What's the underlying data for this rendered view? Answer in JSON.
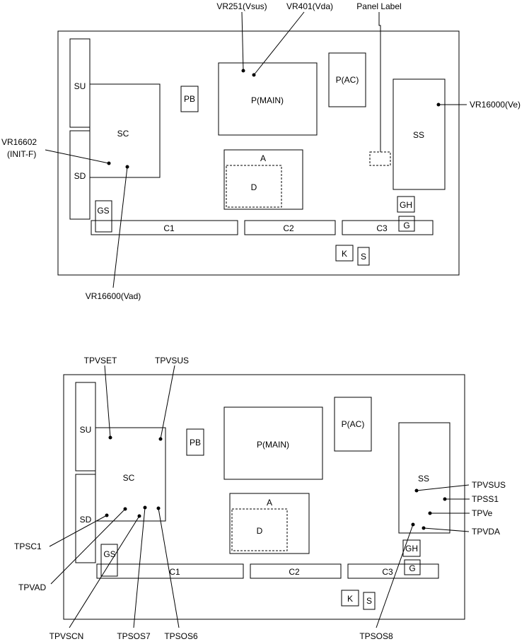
{
  "top": {
    "components": {
      "su": "SU",
      "sd": "SD",
      "sc": "SC",
      "pb": "PB",
      "pmain": "P(MAIN)",
      "pac": "P(AC)",
      "ss": "SS",
      "a": "A",
      "d": "D",
      "gs": "GS",
      "gh": "GH",
      "g": "G",
      "c1": "C1",
      "c2": "C2",
      "c3": "C3",
      "k": "K",
      "s": "S"
    },
    "callouts": {
      "vr251": "VR251(Vsus)",
      "vr401": "VR401(Vda)",
      "panel_label": "Panel Label",
      "vr16000": "VR16000(Ve)",
      "vr16602_line1": "VR16602",
      "vr16602_line2": "(INIT-F)",
      "vr16600": "VR16600(Vad)"
    }
  },
  "bottom": {
    "components": {
      "su": "SU",
      "sd": "SD",
      "sc": "SC",
      "pb": "PB",
      "pmain": "P(MAIN)",
      "pac": "P(AC)",
      "ss": "SS",
      "a": "A",
      "d": "D",
      "gs": "GS",
      "gh": "GH",
      "g": "G",
      "c1": "C1",
      "c2": "C2",
      "c3": "C3",
      "k": "K",
      "s": "S"
    },
    "callouts": {
      "tpvset": "TPVSET",
      "tpvsus_top": "TPVSUS",
      "tpvsus_ss": "TPVSUS",
      "tpss1": "TPSS1",
      "tpve": "TPVe",
      "tpvda": "TPVDA",
      "tpsc1": "TPSC1",
      "tpvad": "TPVAD",
      "tpvscn": "TPVSCN",
      "tpsos7": "TPSOS7",
      "tpsos6": "TPSOS6",
      "tpsos8": "TPSOS8"
    }
  }
}
